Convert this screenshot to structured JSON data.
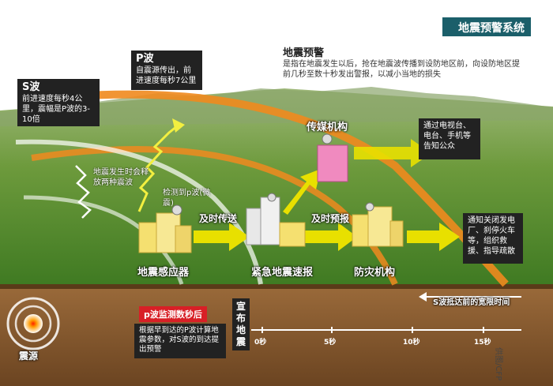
{
  "header": {
    "title": "地震预警系统"
  },
  "intro": {
    "title": "地震预警",
    "text": "是指在地震发生以后，抢在地震波传播到设防地区前，向设防地区提前几秒至数十秒发出警报，以减小当地的损失"
  },
  "s_wave": {
    "title": "S波",
    "desc": "前进速度每秒4公里，震幅是P波的3-10倍"
  },
  "p_wave": {
    "title": "P波",
    "desc": "自震源传出，前进速度每秒7公里"
  },
  "release_note": "地震发生时会释放两种震波",
  "detect_note": "检测到p波(微震)",
  "labels": {
    "media": "传媒机构",
    "sensor": "地震感应器",
    "bulletin": "紧急地震速报",
    "disaster": "防灾机构",
    "send": "及时传送",
    "forecast": "及时预报"
  },
  "media_notice": "通过电视台、电台、手机等告知公众",
  "disaster_notice": "通知关闭发电厂、刹停火车等，组织救援、指导疏散",
  "monitor": {
    "title": "p波监测数秒后",
    "desc": "根据早到达的P波计算地震参数，对S波的到达提出预警"
  },
  "publish": "宣布地震",
  "grace": "S波抵达前的宽限时间",
  "timeline": {
    "ticks": [
      "0秒",
      "5秒",
      "10秒",
      "15秒"
    ]
  },
  "epicenter": "震源",
  "credit": "供图/CFP",
  "colors": {
    "header_bg": "#1b5f6a",
    "wave": "#f08a1e",
    "arrow": "#e8e000",
    "dark": "#222222"
  }
}
